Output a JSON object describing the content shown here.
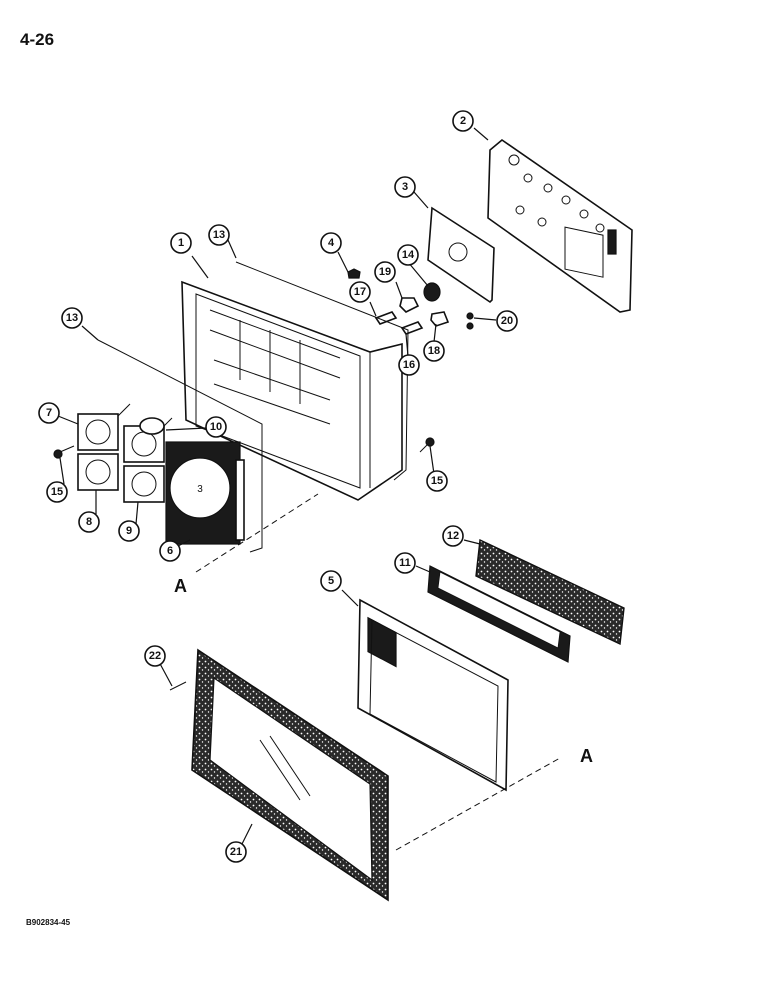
{
  "page_number": "4-26",
  "drawing_number": "B902834-45",
  "reference_letters": [
    "A",
    "A"
  ],
  "callouts": [
    {
      "id": "1",
      "label": "1"
    },
    {
      "id": "2",
      "label": "2"
    },
    {
      "id": "3",
      "label": "3"
    },
    {
      "id": "4",
      "label": "4"
    },
    {
      "id": "5",
      "label": "5"
    },
    {
      "id": "6",
      "label": "6"
    },
    {
      "id": "7",
      "label": "7"
    },
    {
      "id": "8",
      "label": "8"
    },
    {
      "id": "9",
      "label": "9"
    },
    {
      "id": "10",
      "label": "10"
    },
    {
      "id": "11",
      "label": "11"
    },
    {
      "id": "12",
      "label": "12"
    },
    {
      "id": "13a",
      "label": "13"
    },
    {
      "id": "13b",
      "label": "13"
    },
    {
      "id": "14",
      "label": "14"
    },
    {
      "id": "15a",
      "label": "15"
    },
    {
      "id": "15b",
      "label": "15"
    },
    {
      "id": "16",
      "label": "16"
    },
    {
      "id": "17",
      "label": "17"
    },
    {
      "id": "18",
      "label": "18"
    },
    {
      "id": "19",
      "label": "19"
    },
    {
      "id": "20",
      "label": "20"
    },
    {
      "id": "21",
      "label": "21"
    },
    {
      "id": "22",
      "label": "22"
    }
  ]
}
